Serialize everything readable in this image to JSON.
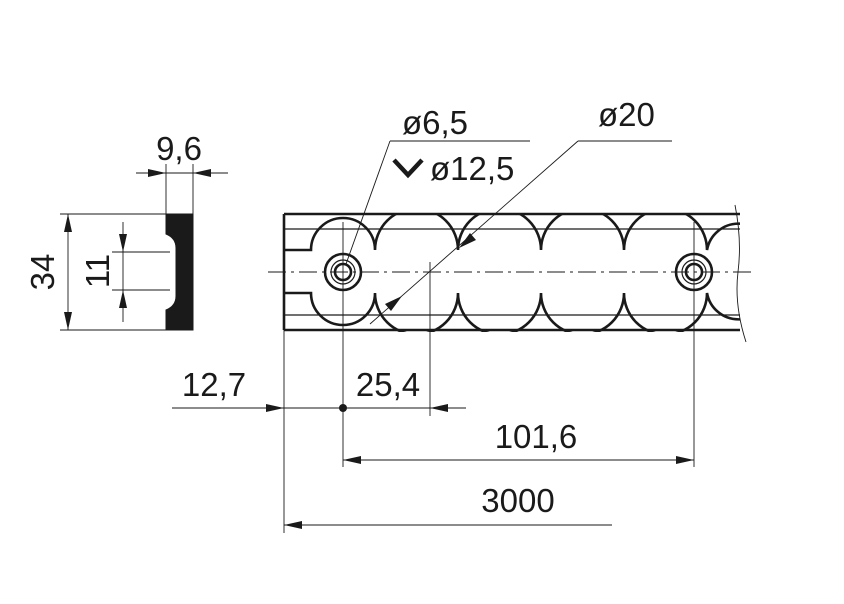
{
  "drawing": {
    "units": "mm",
    "dimensions": {
      "profile_width": "9,6",
      "profile_height": "34",
      "slot_width": "11",
      "hole_diameter": "ø6,5",
      "countersink_diameter": "ø12,5",
      "cutout_diameter": "ø20",
      "end_offset": "12,7",
      "cutout_pitch": "25,4",
      "hole_pitch": "101,6",
      "total_length": "3000"
    }
  }
}
